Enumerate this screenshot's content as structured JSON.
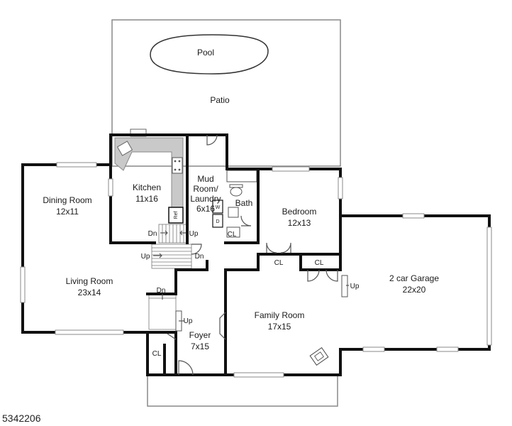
{
  "listing_id": "5342206",
  "rooms": {
    "pool": "Pool",
    "patio": "Patio",
    "kitchen_name": "Kitchen",
    "kitchen_dim": "11x16",
    "mud_1": "Mud",
    "mud_2": "Room/",
    "mud_3": "Laundry",
    "mud_dim": "6x16",
    "bath": "Bath",
    "dining_name": "Dining Room",
    "dining_dim": "12x11",
    "bedroom_name": "Bedroom",
    "bedroom_dim": "12x13",
    "living_name": "Living Room",
    "living_dim": "23x14",
    "garage_name": "2 car Garage",
    "garage_dim": "22x20",
    "family_name": "Family Room",
    "family_dim": "17x15",
    "foyer_name": "Foyer",
    "foyer_dim": "7x15"
  },
  "labels": {
    "cl": "CL",
    "up": "Up",
    "dn": "Dn",
    "ref": "Ref",
    "dw": "D",
    "washer": "W"
  }
}
